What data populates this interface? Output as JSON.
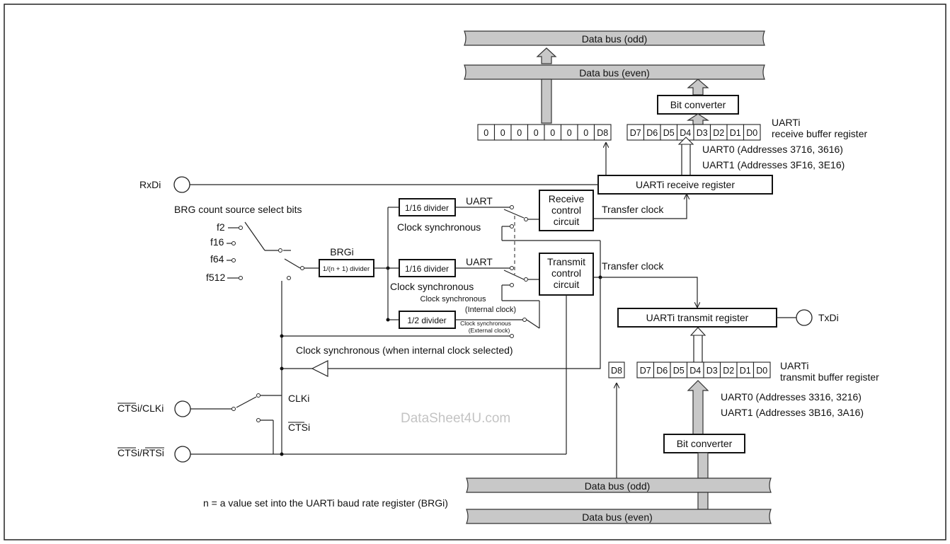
{
  "labels": {
    "bus_odd_top": "Data bus (odd)",
    "bus_even_top": "Data bus (even)",
    "bus_odd_bottom": "Data bus (odd)",
    "bus_even_bottom": "Data bus (even)",
    "bit_converter_top": "Bit converter",
    "bit_converter_bottom": "Bit converter",
    "rx_buf_title": "UARTi",
    "rx_buf_sub": "receive buffer register",
    "rx_addr0": "UART0 (Addresses 3716, 3616)",
    "rx_addr1": "UART1 (Addresses 3F16, 3E16)",
    "tx_buf_title": "UARTi",
    "tx_buf_sub": "transmit buffer register",
    "tx_addr0": "UART0 (Addresses 3316, 3216)",
    "tx_addr1": "UART1 (Addresses 3B16, 3A16)",
    "rxd": "RxDi",
    "txd": "TxDi",
    "cts_clk": "CTSi/CLKi",
    "cts_rts": "CTSi/RTSi",
    "rx_register": "UARTi receive register",
    "tx_register": "UARTi transmit register",
    "brg_select": "BRG count source select bits",
    "f2": "f2",
    "f16": "f16",
    "f64": "f64",
    "f512": "f512",
    "brgi": "BRGi",
    "brg_divider": "1/(n + 1) divider",
    "div16_rx": "1/16 divider",
    "div16_tx": "1/16 divider",
    "div2": "1/2 divider",
    "uart_rx": "UART",
    "uart_tx": "UART",
    "clk_sync_rx": "Clock synchronous",
    "clk_sync_tx": "Clock synchronous",
    "clk_sync_int_1": "Clock synchronous",
    "clk_sync_int_2": "(Internal clock)",
    "clk_sync_ext_1": "Clock synchronous",
    "clk_sync_ext_2": "(External clock)",
    "rx_ctrl_1": "Receive",
    "rx_ctrl_2": "control",
    "rx_ctrl_3": "circuit",
    "tx_ctrl_1": "Transmit",
    "tx_ctrl_2": "control",
    "tx_ctrl_3": "circuit",
    "transfer_clock_rx": "Transfer clock",
    "transfer_clock_tx": "Transfer clock",
    "clk_sync_internal_selected": "Clock synchronous (when internal clock selected)",
    "clki": "CLKi",
    "ctsi": "CTSi",
    "watermark": "DataSheet4U.com",
    "footnote": "n = a value set into the UARTi baud rate register (BRGi)"
  },
  "rx_low_bits": [
    "0",
    "0",
    "0",
    "0",
    "0",
    "0",
    "0",
    "D8"
  ],
  "rx_data_bits": [
    "D7",
    "D6",
    "D5",
    "D4",
    "D3",
    "D2",
    "D1",
    "D0"
  ],
  "tx_d8": "D8",
  "tx_data_bits": [
    "D7",
    "D6",
    "D5",
    "D4",
    "D3",
    "D2",
    "D1",
    "D0"
  ]
}
